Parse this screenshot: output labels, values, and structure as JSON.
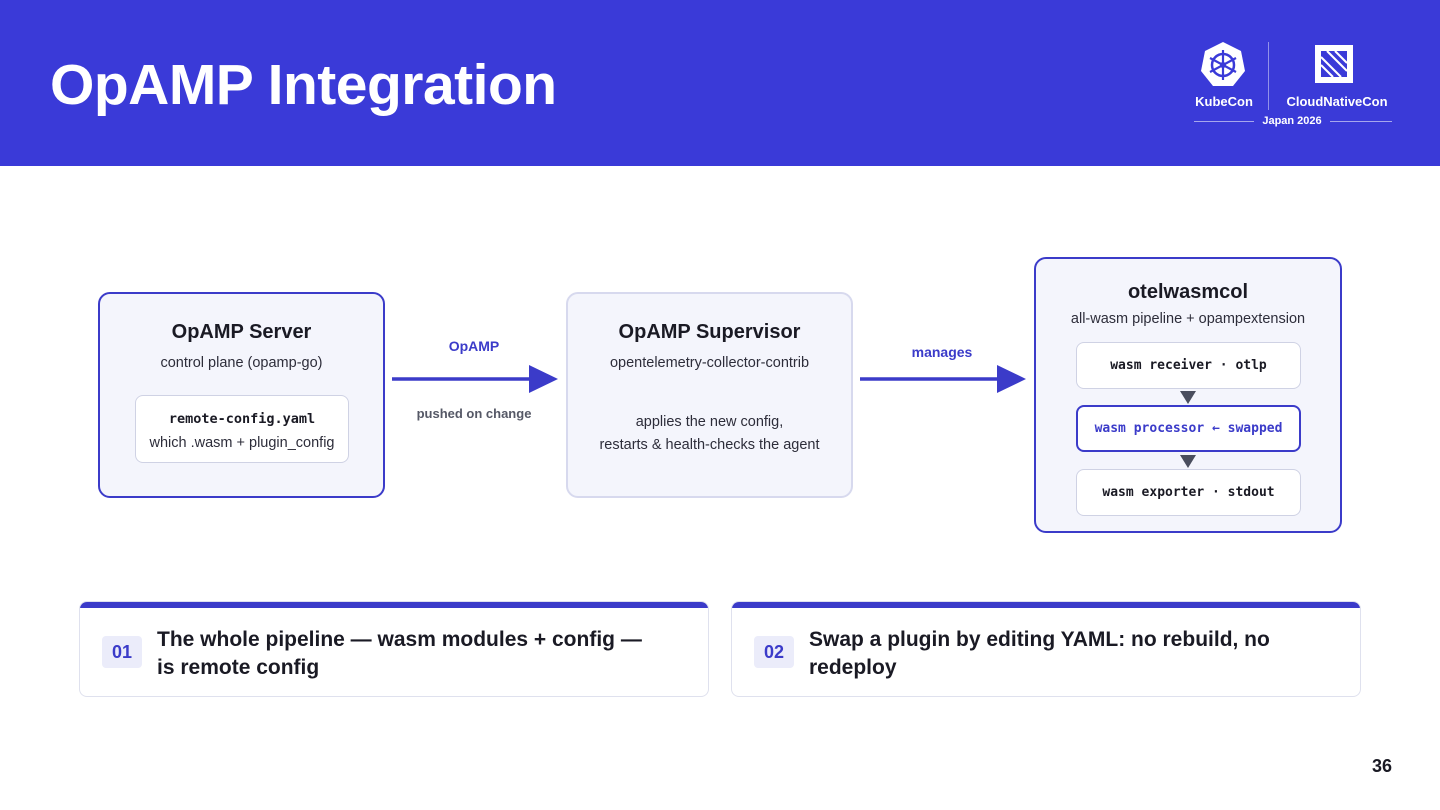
{
  "header": {
    "title": "OpAMP Integration",
    "bg_color": "#3a3ad8",
    "logo": {
      "left_text": "KubeCon",
      "right_text": "CloudNativeCon",
      "sub_text": "Japan 2026",
      "left_icon": "kubernetes-helm-icon",
      "right_icon": "cncf-icon"
    }
  },
  "diagram": {
    "accent_color": "#3b3bc9",
    "server": {
      "title": "OpAMP Server",
      "subtitle": "control plane (opamp-go)",
      "config_file": "remote-config.yaml",
      "config_desc": "which .wasm + plugin_config"
    },
    "arrow1": {
      "label": "OpAMP",
      "sublabel": "pushed on change"
    },
    "supervisor": {
      "title": "OpAMP Supervisor",
      "subtitle": "opentelemetry-collector-contrib",
      "body_line1": "applies the new config,",
      "body_line2": "restarts & health-checks the agent"
    },
    "arrow2": {
      "label": "manages"
    },
    "collector": {
      "title": "otelwasmcol",
      "subtitle": "all-wasm pipeline + opampextension",
      "stages": [
        {
          "label": "wasm receiver · otlp",
          "active": false
        },
        {
          "label": "wasm processor ← swapped",
          "active": true
        },
        {
          "label": "wasm exporter · stdout",
          "active": false
        }
      ]
    }
  },
  "cards": [
    {
      "num": "01",
      "line1": "The whole pipeline — wasm modules + config —",
      "line2": "is remote config"
    },
    {
      "num": "02",
      "line1": "Swap a plugin by editing YAML: no rebuild, no",
      "line2": "redeploy"
    }
  ],
  "page_number": "36"
}
